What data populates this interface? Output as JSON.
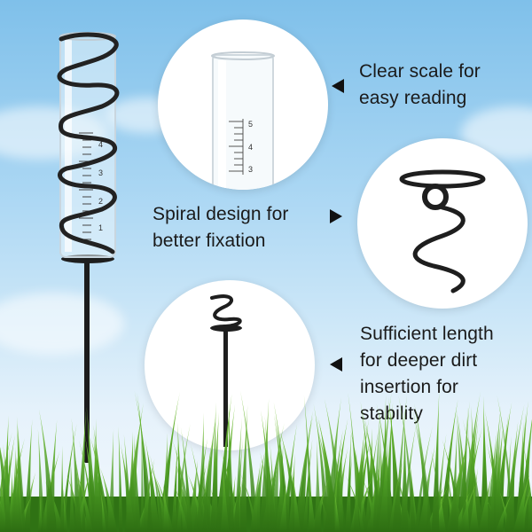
{
  "features": [
    {
      "lines": [
        "Clear scale for",
        "easy reading"
      ],
      "arrow": "left"
    },
    {
      "lines": [
        "Spiral design for",
        "better fixation"
      ],
      "arrow": "right"
    },
    {
      "lines": [
        "Sufficient length",
        "for deeper dirt",
        "insertion for",
        "stability"
      ],
      "arrow": "left"
    }
  ],
  "gauge_scale": {
    "main_numbers": [
      "1",
      "2",
      "3",
      "4"
    ],
    "closeup_numbers": [
      "5",
      "4",
      "3"
    ]
  },
  "colors": {
    "sky": "#9fd0f0",
    "grass": "#3f8f1e",
    "metal": "#1c1c1c",
    "text": "#1a1a1a"
  }
}
